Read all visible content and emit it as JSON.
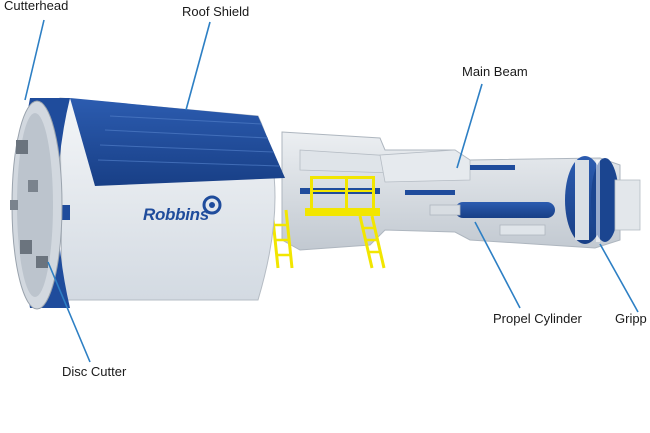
{
  "labels": {
    "cutterhead": "Cutterhead",
    "roof_shield": "Roof Shield",
    "main_beam": "Main Beam",
    "propel_cylinder": "Propel Cylinder",
    "gripper": "Gripp",
    "disc_cutter": "Disc Cutter"
  },
  "brand": "Robbins",
  "colors": {
    "shield_blue": "#1f4c9c",
    "body_white": "#e9eef3",
    "ladder_yellow": "#f2e600",
    "leader_line": "#2d7fc4"
  }
}
